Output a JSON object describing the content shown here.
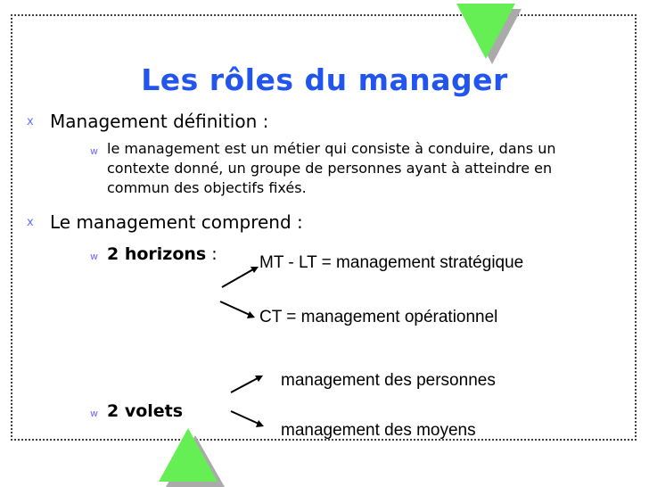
{
  "slide": {
    "title": "Les rôles du manager",
    "bullets": [
      {
        "marker": "x",
        "text": "Management définition :",
        "sub": [
          {
            "marker": "w",
            "lines": [
              "le management est un métier qui consiste à conduire, dans un",
              "contexte donné, un groupe de personnes ayant à atteindre en",
              "commun des objectifs fixés."
            ]
          }
        ]
      },
      {
        "marker": "x",
        "text": "Le management comprend :",
        "sub": [
          {
            "marker": "w",
            "label": "2 horizons",
            "suffix": " :",
            "branches": [
              "MT - LT = management stratégique",
              "CT = management opérationnel"
            ]
          },
          {
            "marker": "w",
            "label": "2 volets",
            "branches": [
              "management des personnes",
              "management des moyens"
            ]
          }
        ]
      }
    ]
  },
  "colors": {
    "title": "#2255ee",
    "bullet_marker": "#6b6bff",
    "triangle_fill": "#66ee55",
    "triangle_shadow": "#aaaaaa"
  }
}
